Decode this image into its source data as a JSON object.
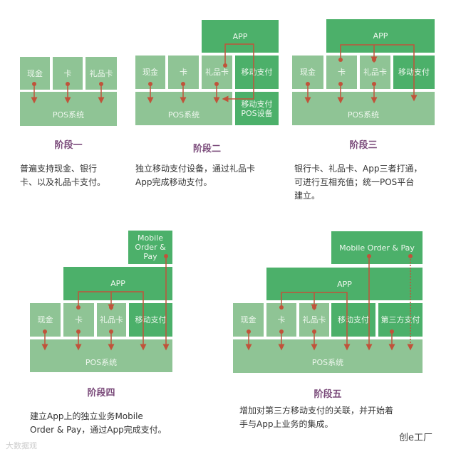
{
  "stages": [
    {
      "title": "阶段一",
      "desc_lines": [
        "普遍支持现金、银行",
        "卡、以及礼品卡支付。"
      ],
      "blocks": {
        "cash": "现金",
        "card": "卡",
        "gift": "礼品卡",
        "pos": "POS系统"
      }
    },
    {
      "title": "阶段二",
      "desc_lines": [
        "独立移动支付设备，通过礼品卡",
        "App完成移动支付。"
      ],
      "blocks": {
        "app": "APP",
        "cash": "现金",
        "card": "卡",
        "gift": "礼品卡",
        "mobile": "移动支付",
        "pos": "POS系统",
        "mobile_pos": "移动支付\nPOS设备"
      }
    },
    {
      "title": "阶段三",
      "desc_lines": [
        "银行卡、礼品卡、App三者打通，",
        "可进行互相充值；统一POS平台",
        "建立。"
      ],
      "blocks": {
        "app": "APP",
        "cash": "现金",
        "card": "卡",
        "gift": "礼品卡",
        "mobile": "移动支付",
        "pos": "POS系统"
      }
    },
    {
      "title": "阶段四",
      "desc_lines": [
        "建立App上的独立业务Mobile",
        "Order & Pay，通过App完成支付。"
      ],
      "blocks": {
        "mop": "Mobile Order & Pay",
        "app": "APP",
        "cash": "现金",
        "card": "卡",
        "gift": "礼品卡",
        "mobile": "移动支付",
        "pos": "POS系统"
      }
    },
    {
      "title": "阶段五",
      "desc_lines": [
        "增加对第三方移动支付的关联，并开始着",
        "手与App上业务的集成。"
      ],
      "blocks": {
        "mop": "Mobile Order & Pay",
        "app": "APP",
        "cash": "现金",
        "card": "卡",
        "gift": "礼品卡",
        "mobile": "移动支付",
        "third": "第三方支付",
        "pos": "POS系统"
      }
    }
  ],
  "colors": {
    "light_block": "#8fc495",
    "dark_block": "#4cb06a",
    "arrow": "#c0533a",
    "title": "#7a4a7a"
  },
  "watermark_left": "大数据观",
  "watermark_right": "创e工厂"
}
